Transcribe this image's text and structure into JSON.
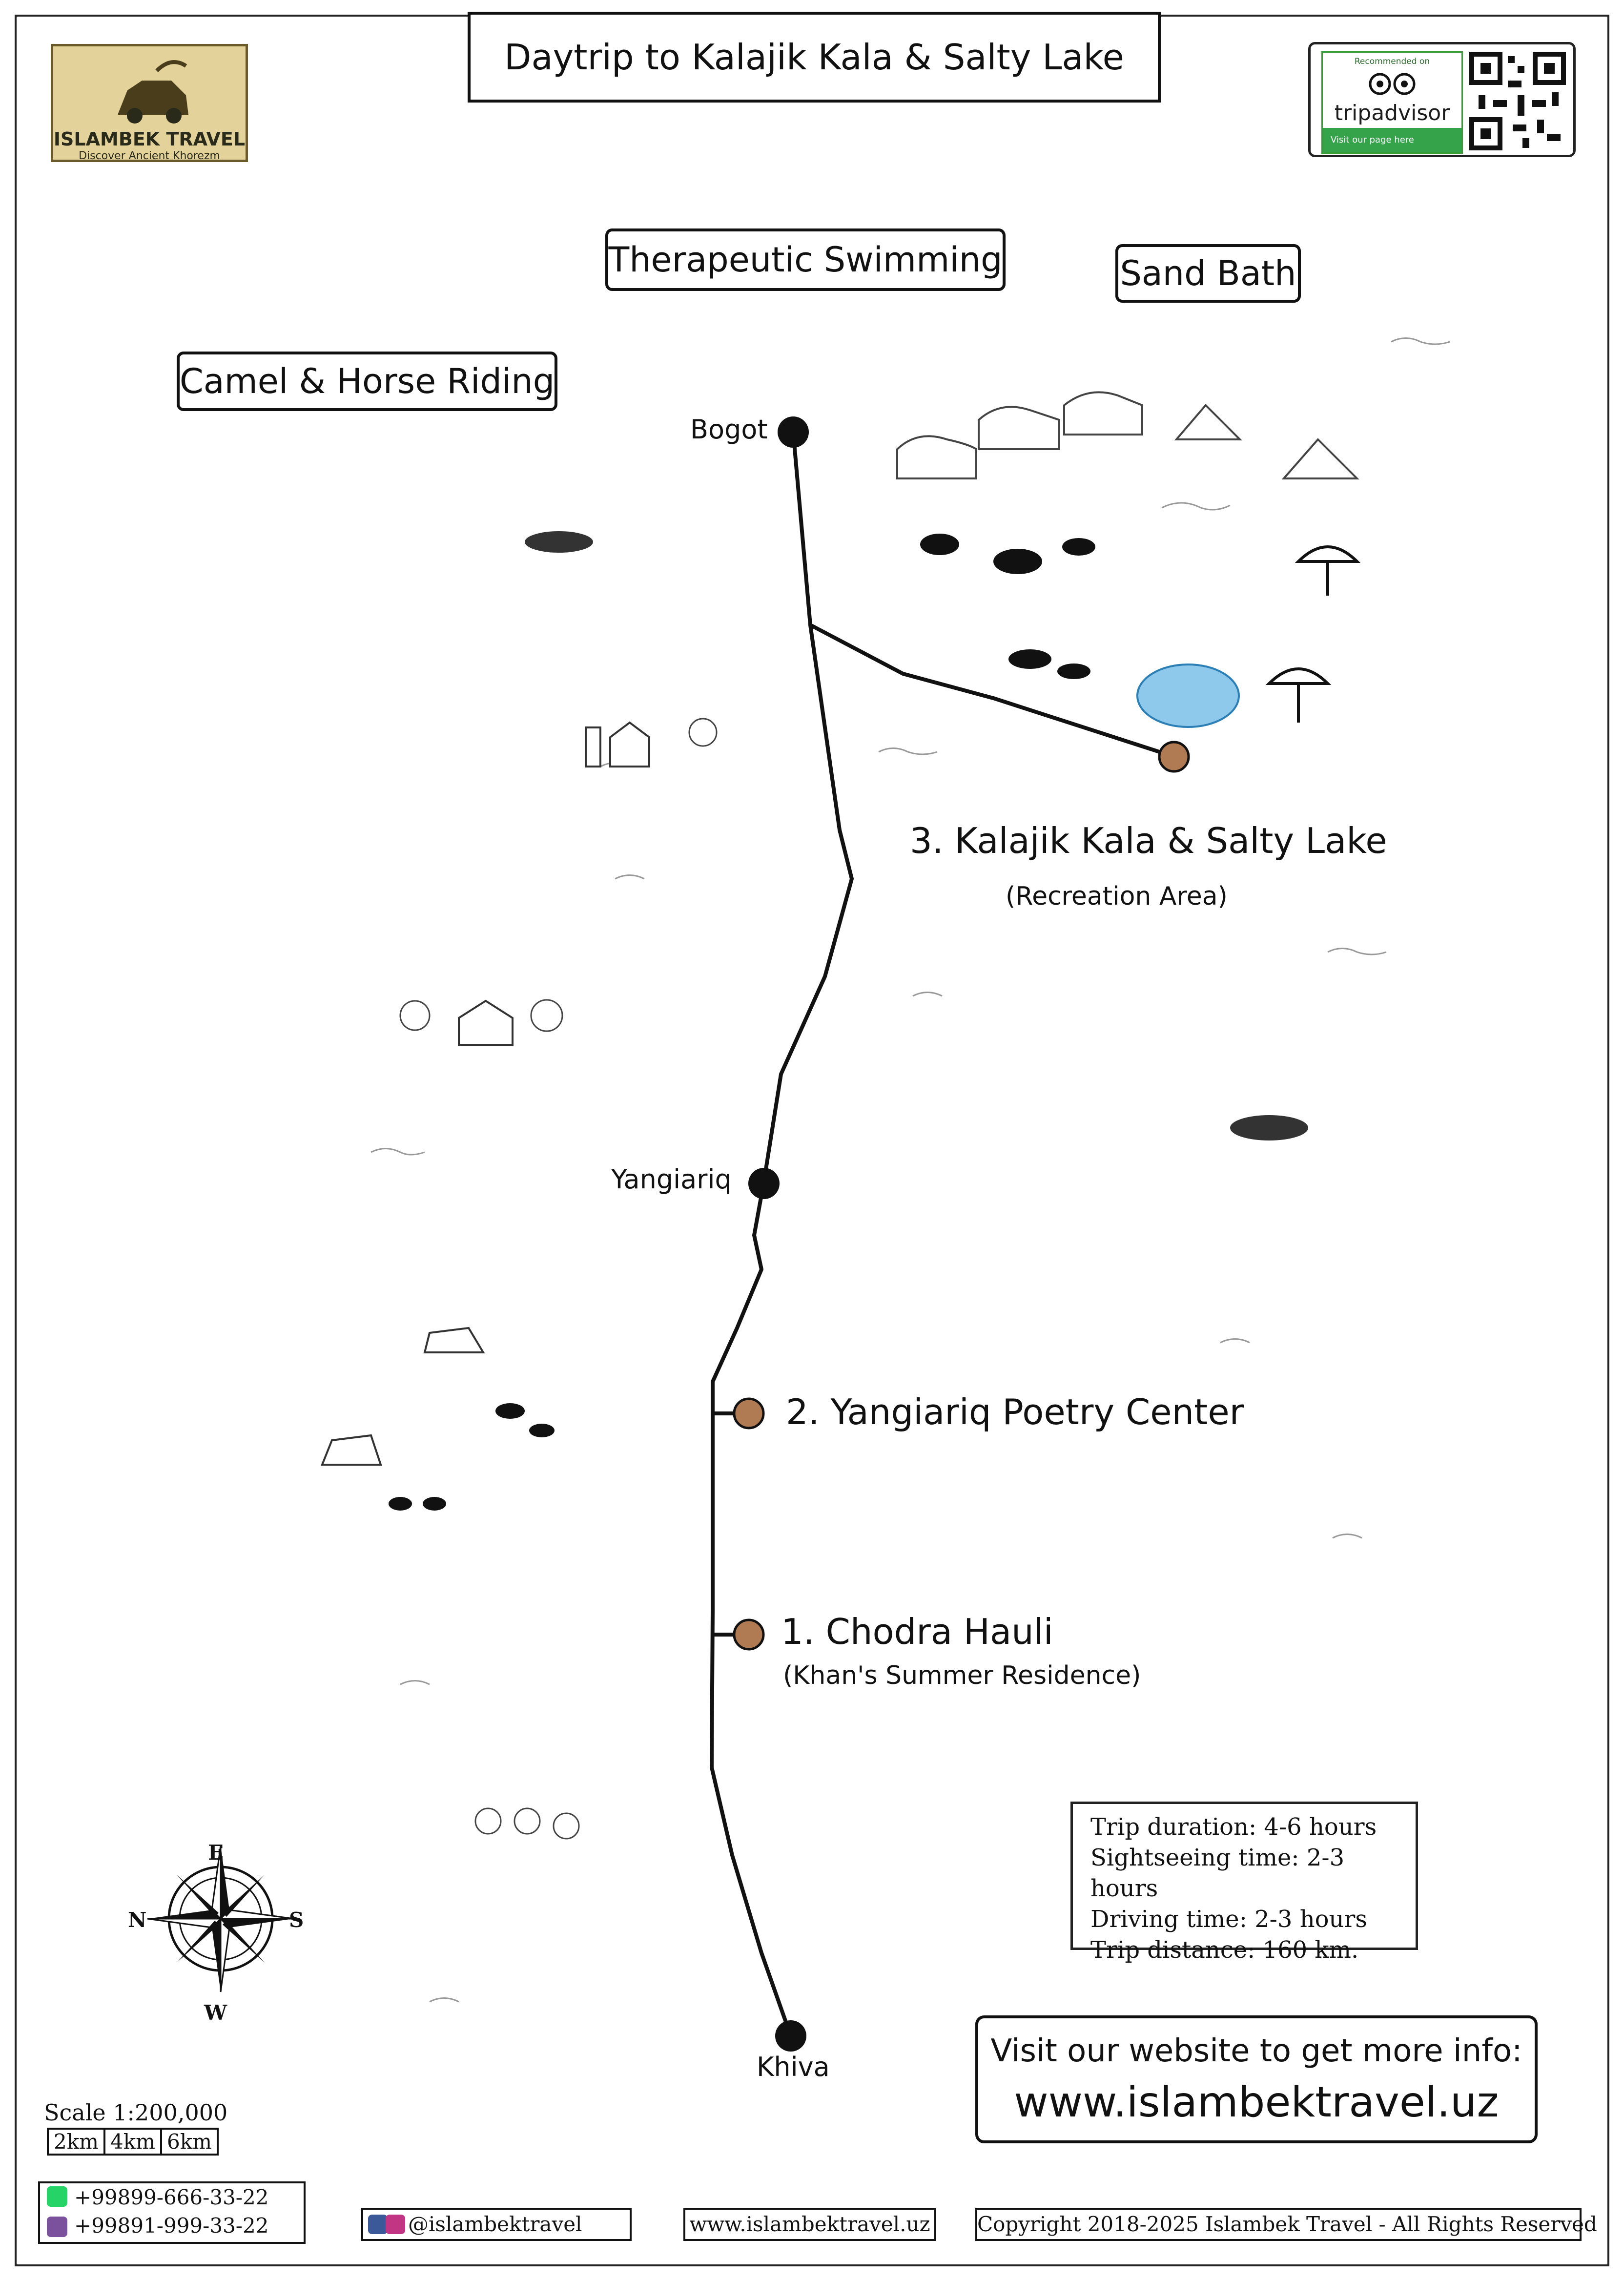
{
  "header": {
    "title": "Daytrip to Kalajik Kala & Salty Lake"
  },
  "logo": {
    "name": "ISLAMBEK TRAVEL",
    "tagline": "Discover Ancient Khorezm"
  },
  "tripadvisor": {
    "recommended": "Recommended on",
    "brand": "tripadvisor",
    "cta": "Visit our page here"
  },
  "activities": {
    "swimming": "Therapeutic Swimming",
    "sand": "Sand Bath",
    "riding": "Camel & Horse Riding"
  },
  "places": {
    "bogot": "Bogot",
    "yangiariq": "Yangiariq",
    "khiva": "Khiva"
  },
  "stops": [
    {
      "label": "3. Kalajik Kala & Salty Lake",
      "sub": "(Recreation Area)"
    },
    {
      "label": "2. Yangiariq Poetry Center",
      "sub": ""
    },
    {
      "label": "1. Chodra Hauli",
      "sub": "(Khan's Summer Residence)"
    }
  ],
  "trip_info": {
    "duration": "Trip duration: 4-6 hours",
    "sightseeing": "Sightseeing time: 2-3 hours",
    "driving": "Driving time: 2-3 hours",
    "distance": "Trip distance: 160 km."
  },
  "website_box": {
    "intro": "Visit our website to get more info:",
    "url": "www.islambektravel.uz"
  },
  "compass": {
    "n": "N",
    "e": "E",
    "s": "S",
    "w": "W"
  },
  "scale": {
    "label": "Scale 1:200,000",
    "units": [
      "2km",
      "4km",
      "6km"
    ]
  },
  "footer": {
    "phone1": "+99899-666-33-22",
    "phone2": "+99891-999-33-22",
    "social": "@islambektravel",
    "site": "www.islambektravel.uz",
    "copyright": "Copyright 2018-2025 Islambek Travel - All Rights Reserved"
  },
  "colors": {
    "stop_marker": "#b07a52",
    "town_marker": "#111111",
    "lake": "#8ec9ec",
    "logo_bg": "#e4d29b",
    "tripadvisor_green": "#34a34a"
  }
}
